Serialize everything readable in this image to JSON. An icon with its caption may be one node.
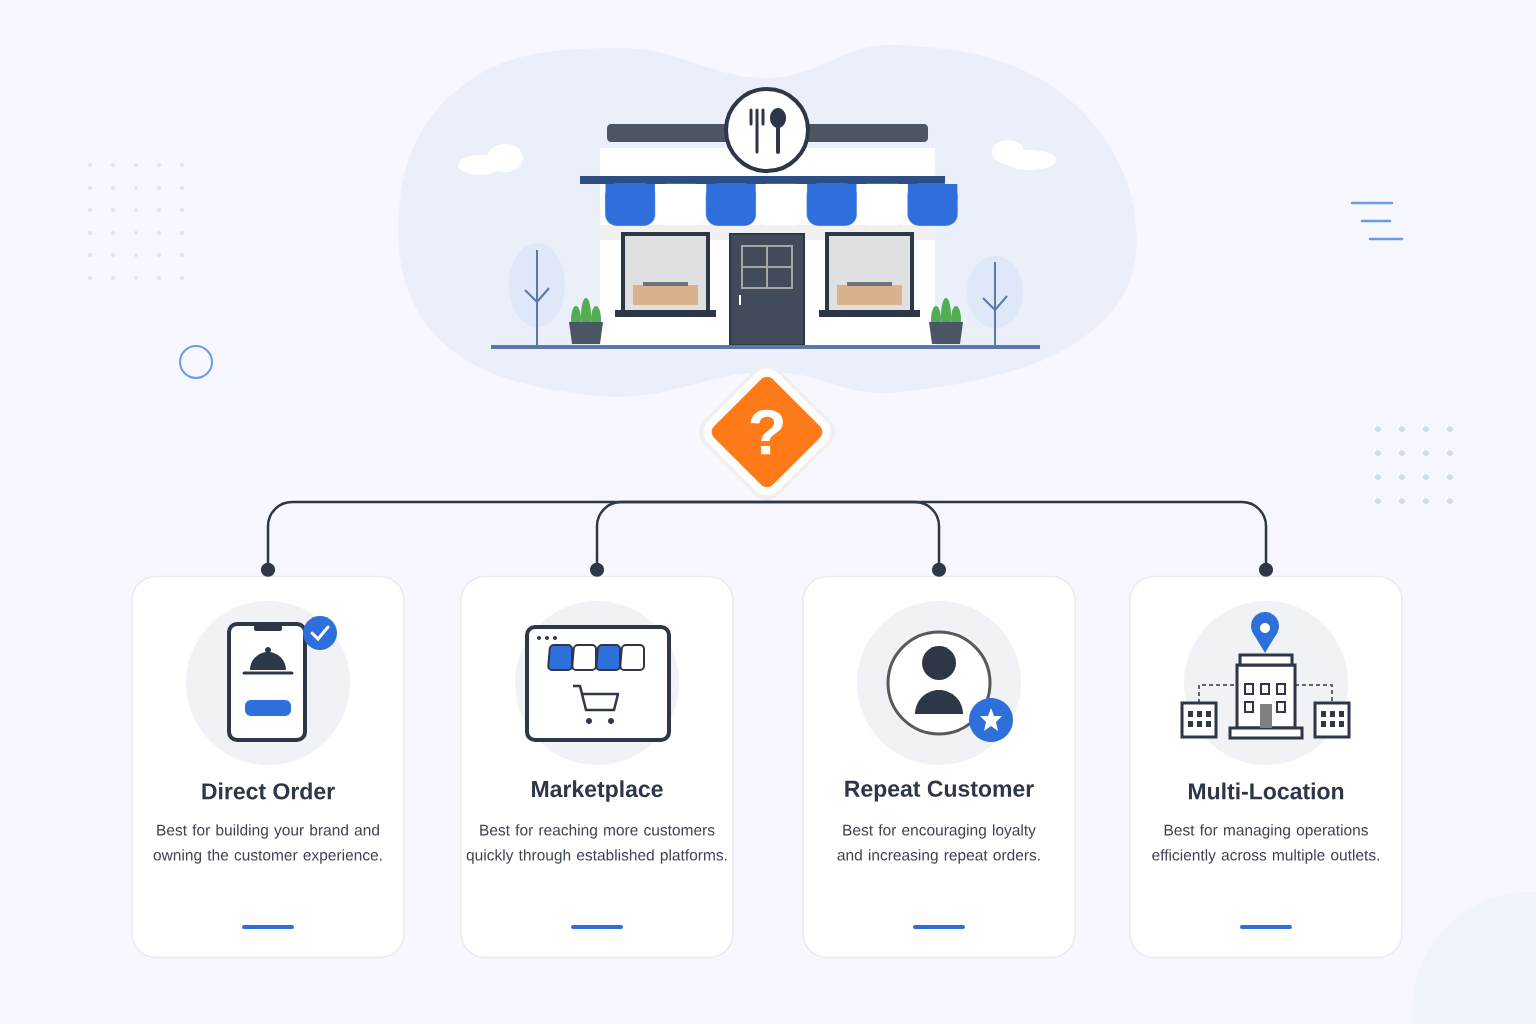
{
  "diagram": {
    "nodes": [
      {
        "text": [
          "?"
        ]
      },
      {
        "text": [
          "Direct Order",
          "Best for building your brand and owning the customer experience."
        ]
      },
      {
        "text": [
          "Marketplace",
          "Best for reaching more customers quickly through established platforms."
        ]
      },
      {
        "text": [
          "Repeat Customer",
          "Best for encouraging loyalty and increasing repeat orders."
        ]
      },
      {
        "text": [
          "Multi-Location",
          "Best for managing operations efficiently across multiple outlets."
        ]
      }
    ],
    "edges": [
      {
        "from": 0,
        "to": 1,
        "arrow": "other"
      },
      {
        "from": 0,
        "to": 2,
        "arrow": "other"
      },
      {
        "from": 0,
        "to": 3,
        "arrow": "other"
      },
      {
        "from": 0,
        "to": 4,
        "arrow": "other"
      }
    ]
  }
}
